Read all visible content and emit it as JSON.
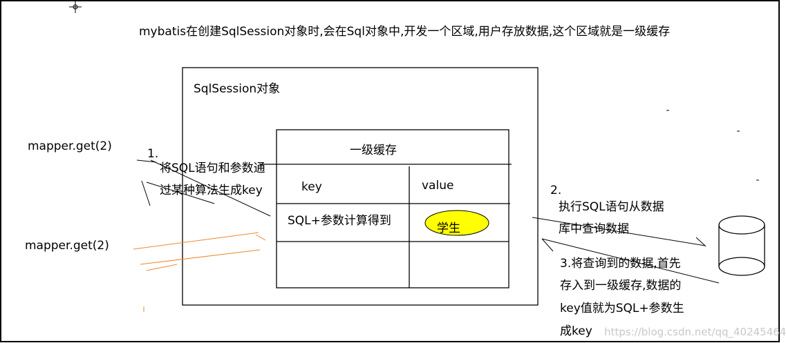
{
  "title": "mybatis在创建SqlSession对象时,会在Sql对象中,开发一个区域,用户存放数据,这个区域就是一级缓存",
  "session_box": {
    "label": "SqlSession对象"
  },
  "cache_table": {
    "title": "一级缓存",
    "headers": [
      "key",
      "value"
    ],
    "row": {
      "key": "SQL+参数计算得到",
      "value": "学生"
    }
  },
  "left_calls": [
    "mapper.get(2)",
    "mapper.get(2)"
  ],
  "step1": {
    "number": "1.",
    "lines": [
      "将SQL语句和参数通",
      "过某种算法生成key"
    ]
  },
  "step2": {
    "number": "2.",
    "lines": [
      "执行SQL语句从数据",
      "库中查询数据"
    ]
  },
  "step3": {
    "lines": [
      "3.将查询到的数据,首先",
      "存入到一级缓存,数据的",
      "key值就为SQL+参数生",
      "成key"
    ]
  },
  "watermark": "https://blog.csdn.net/qq_40245464",
  "colors": {
    "highlight_fill": "#ffff00",
    "orange_line": "#f0862a",
    "frame": "#000000"
  }
}
